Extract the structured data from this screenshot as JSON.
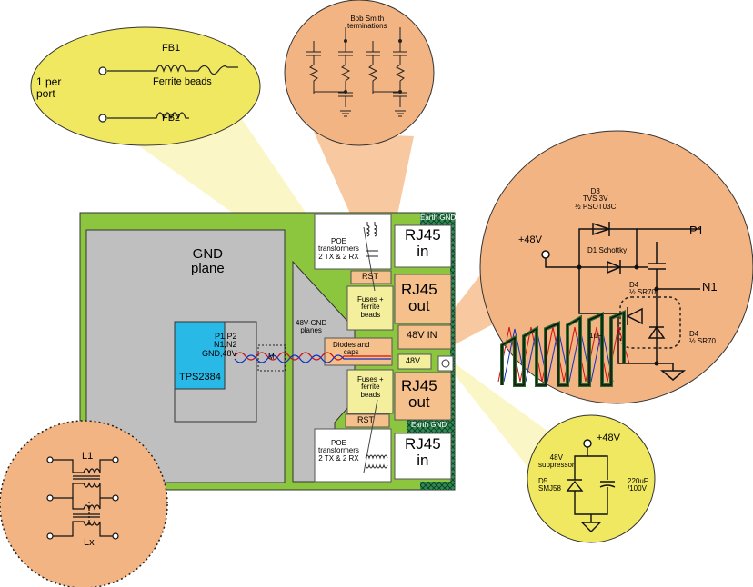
{
  "board": {
    "gnd_plane": "GND\nplane",
    "tps_pins": "P1,P2\nN1,N2\nGND,48V",
    "tps_name": "TPS2384",
    "planes_48v": "48V-GND\nplanes",
    "diodes_caps": "Diodes and\ncaps",
    "label_48v_in": "48V IN",
    "label_48v": "48V",
    "earth_gnd_top": "Earth GND",
    "earth_gnd_bottom": "Earth GND",
    "poe_top": "POE\ntransformers\n2 TX & 2 RX",
    "poe_bottom": "POE\ntransformers\n2 TX & 2 RX",
    "rst_top": "RST",
    "rst_bottom": "RST",
    "fuses_top": "Fuses +\nferrite\nbeads",
    "fuses_bottom": "Fuses +\nferrite\nbeads",
    "rj45_in_top": "RJ45\nin",
    "rj45_out_top": "RJ45\nout",
    "rj45_out_bottom": "RJ45\nout",
    "rj45_in_bottom": "RJ45\nin",
    "marker_m": "M"
  },
  "ferrite_callout": {
    "fb1": "FB1",
    "fb2": "FB2",
    "text": "Ferrite beads",
    "per_port": "1 per\nport"
  },
  "bob_callout": {
    "title": "Bob Smith\nterminations"
  },
  "diode_callout": {
    "d3": "D3\nTVS 3V\n½ PSOT03C",
    "plus48": "+48V",
    "p1": "P1",
    "n1": "N1",
    "d1": "D1  Schottky",
    "d4a": "D4\n½ SR70",
    "d4b": "D4\n½ SR70",
    "uf": "1uF"
  },
  "supp_callout": {
    "plus48": "+48V",
    "supp": "48V\nsuppressor",
    "d5": "D5\nSMJ58",
    "cap": "220uF\n/100V"
  },
  "coil_callout": {
    "l1": "L1",
    "lx": "Lx"
  },
  "colors": {
    "green": "#8cc63f",
    "gray": "#bfbfbf",
    "cyan": "#29b9e6",
    "yellow_pad": "#f3ef9c",
    "orange_pad": "#f5c08b",
    "orange_callout": "#f3b483",
    "yellow_callout": "#f1e862",
    "pale_yellow": "#fbf6c6"
  }
}
